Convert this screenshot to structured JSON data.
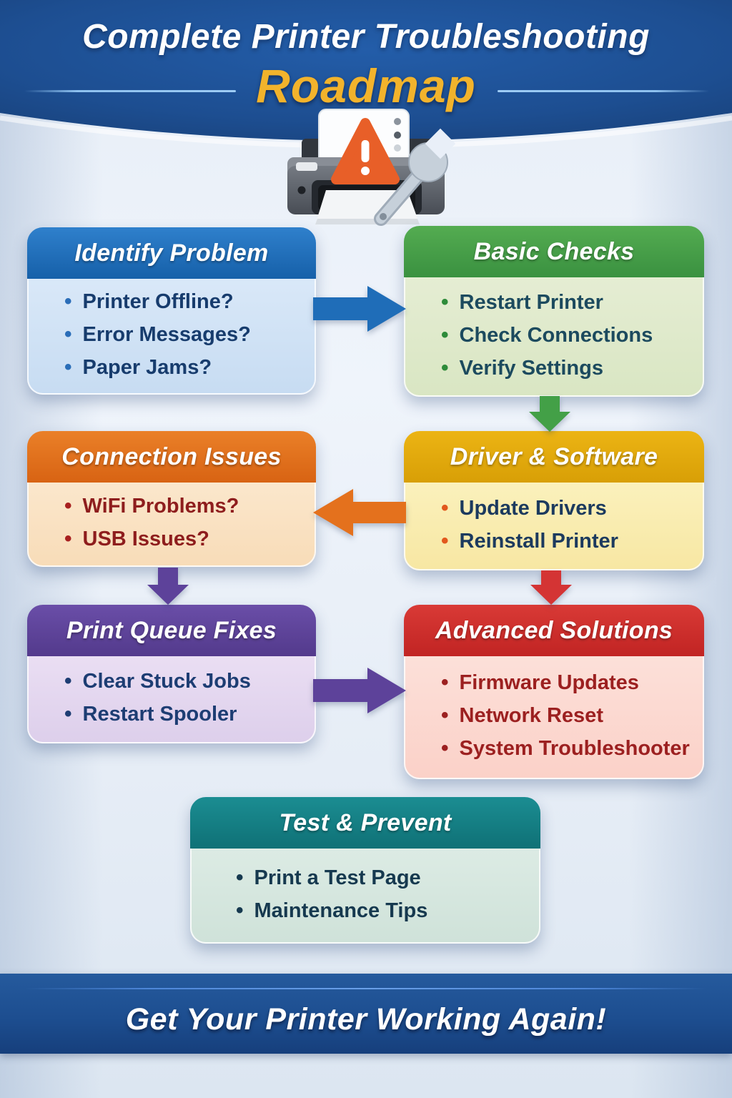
{
  "header": {
    "title": "Complete Printer Troubleshooting",
    "subtitle": "Roadmap",
    "background_color": "#1d4e91",
    "title_color": "#ffffff",
    "subtitle_color": "#f2b32c",
    "divider_color": "#8ec1ef"
  },
  "hero_icon": {
    "name": "printer-warning-wrench-icon",
    "parts": [
      "printer-icon",
      "paper-icon",
      "warning-triangle-icon",
      "wrench-icon"
    ],
    "warning_color": "#e85f28"
  },
  "boxes": [
    {
      "title": "Identify Problem",
      "header_color": "#1e6cb8",
      "body_color": "#cfe0f4",
      "text_color": "#173c6d",
      "bullet_color": "#2a6db8",
      "items": [
        "Printer Offline?",
        "Error Messages?",
        "Paper Jams?"
      ]
    },
    {
      "title": "Basic Checks",
      "header_color": "#44a047",
      "body_color": "#dfe9cb",
      "text_color": "#1c4a5e",
      "bullet_color": "#2e8b3a",
      "items": [
        "Restart Printer",
        "Check Connections",
        "Verify Settings"
      ]
    },
    {
      "title": "Connection Issues",
      "header_color": "#e0701d",
      "body_color": "#fae2c2",
      "text_color": "#8e1d1d",
      "bullet_color": "#a82020",
      "items": [
        "WiFi Problems?",
        "USB Issues?"
      ]
    },
    {
      "title": "Driver & Software",
      "header_color": "#e0a70e",
      "body_color": "#f9ecb0",
      "text_color": "#1c3a5e",
      "bullet_color": "#e2581d",
      "items": [
        "Update Drivers",
        "Reinstall Printer"
      ]
    },
    {
      "title": "Print Queue Fixes",
      "header_color": "#5d429a",
      "body_color": "#e4d6ef",
      "text_color": "#1d3d73",
      "bullet_color": "#1d3d73",
      "items": [
        "Clear Stuck Jobs",
        "Restart Spooler"
      ]
    },
    {
      "title": "Advanced Solutions",
      "header_color": "#cf2b2b",
      "body_color": "#fbd8d0",
      "text_color": "#9c2020",
      "bullet_color": "#9c2020",
      "items": [
        "Firmware Updates",
        "Network Reset",
        "System Troubleshooter"
      ]
    },
    {
      "title": "Test & Prevent",
      "header_color": "#168186",
      "body_color": "#d6e7df",
      "text_color": "#16394f",
      "bullet_color": "#16394f",
      "items": [
        "Print a Test Page",
        "Maintenance Tips"
      ]
    }
  ],
  "arrows": [
    {
      "from": "Identify Problem",
      "to": "Basic Checks",
      "direction": "right",
      "color": "#1f6db8"
    },
    {
      "from": "Basic Checks",
      "to": "Driver & Software",
      "direction": "down",
      "color": "#43a047"
    },
    {
      "from": "Driver & Software",
      "to": "Connection Issues",
      "direction": "left",
      "color": "#e4711d"
    },
    {
      "from": "Connection Issues",
      "to": "Print Queue Fixes",
      "direction": "down",
      "color": "#5d429a"
    },
    {
      "from": "Driver & Software",
      "to": "Advanced Solutions",
      "direction": "down",
      "color": "#d43434"
    },
    {
      "from": "Print Queue Fixes",
      "to": "Advanced Solutions",
      "direction": "right",
      "color": "#5d429a"
    }
  ],
  "footer": {
    "text": "Get Your Printer Working Again!",
    "background_color": "#1d4e90"
  }
}
